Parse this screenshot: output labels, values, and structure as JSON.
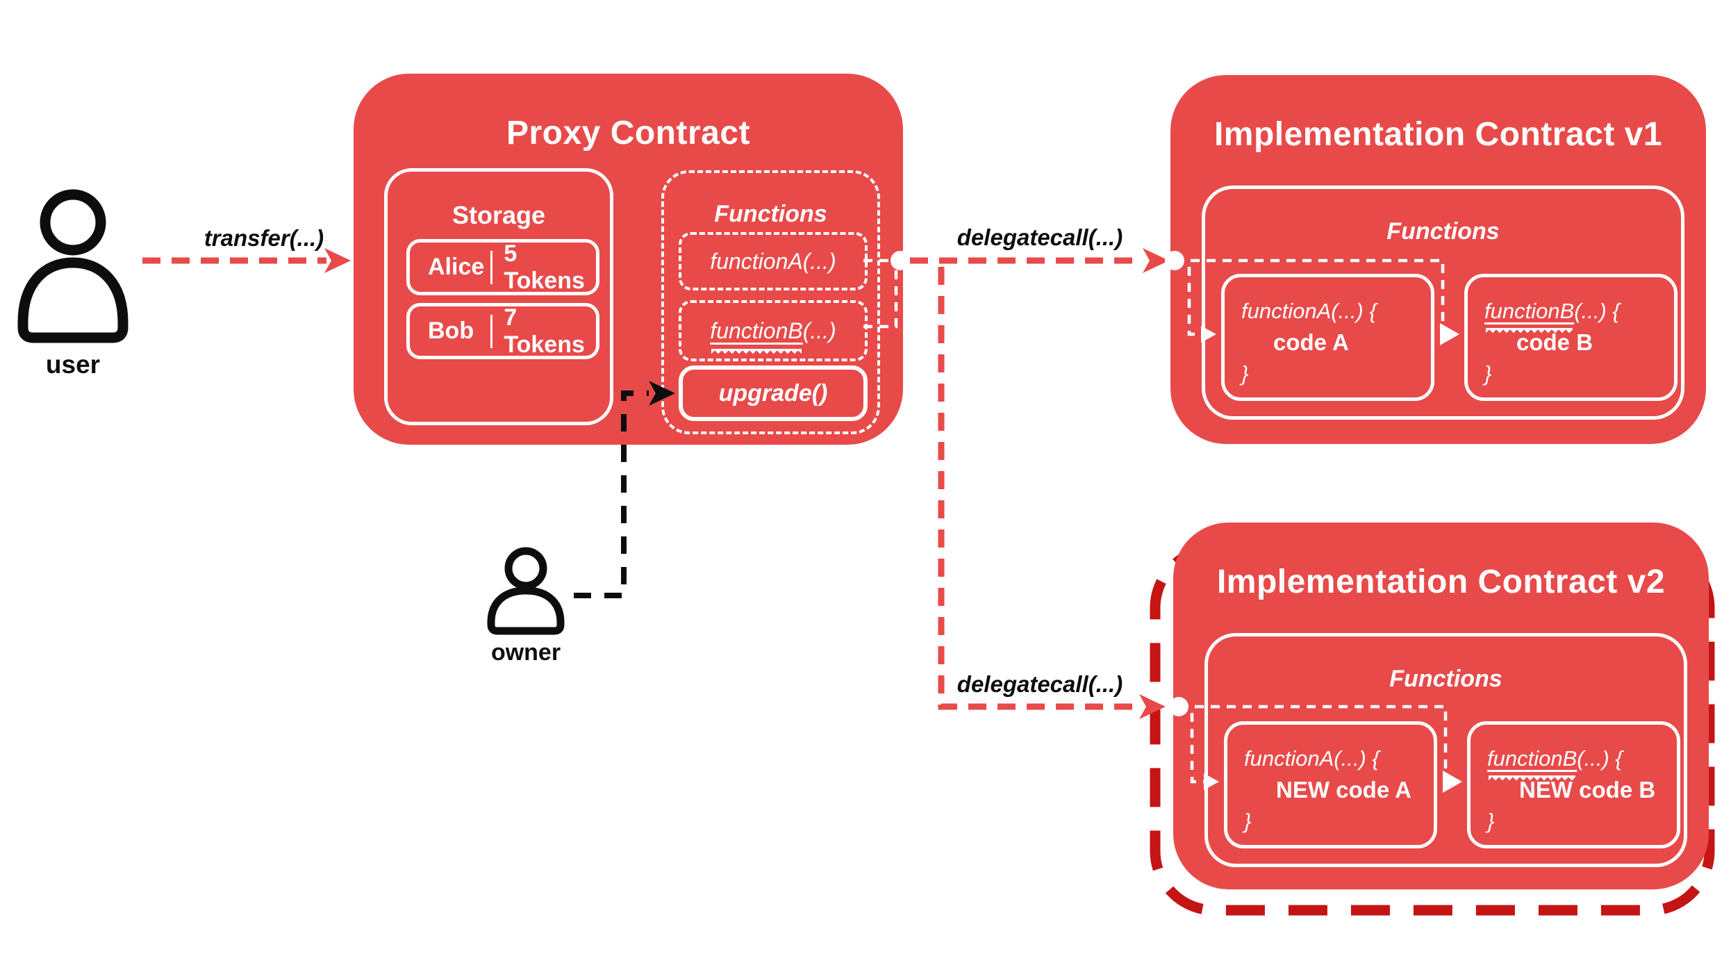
{
  "colors": {
    "red": "#e84a4a",
    "dark_red": "#c41414",
    "black": "#0d0d0d",
    "white": "#ffffff"
  },
  "user": {
    "label": "user"
  },
  "owner": {
    "label": "owner"
  },
  "arrows": {
    "transfer_label": "transfer(...)",
    "delegatecall_v1_label": "delegatecall(...)",
    "delegatecall_v2_label": "delegatecall(...)"
  },
  "proxy": {
    "title": "Proxy Contract",
    "storage": {
      "title": "Storage",
      "rows": [
        {
          "name": "Alice",
          "amount": "5 Tokens"
        },
        {
          "name": "Bob",
          "amount": "7 Tokens"
        }
      ]
    },
    "functions": {
      "title": "Functions",
      "function_a": {
        "name": "functionA",
        "args": "(...)"
      },
      "function_b": {
        "name": "functionB",
        "args": "(...)"
      },
      "upgrade": {
        "label": "upgrade()"
      }
    }
  },
  "impl_v1": {
    "title": "Implementation Contract v1",
    "functions": {
      "title": "Functions",
      "function_a": {
        "name": "functionA",
        "args": "(...) {",
        "body": "code A",
        "close": "}"
      },
      "function_b": {
        "name": "functionB",
        "args": "(...) {",
        "body": "code B",
        "close": "}"
      }
    }
  },
  "impl_v2": {
    "title": "Implementation Contract v2",
    "functions": {
      "title": "Functions",
      "function_a": {
        "name": "functionA",
        "args": "(...) {",
        "body": "NEW code A",
        "close": "}"
      },
      "function_b": {
        "name": "functionB",
        "args": "(...) {",
        "body": "NEW code B",
        "close": "}"
      }
    }
  }
}
